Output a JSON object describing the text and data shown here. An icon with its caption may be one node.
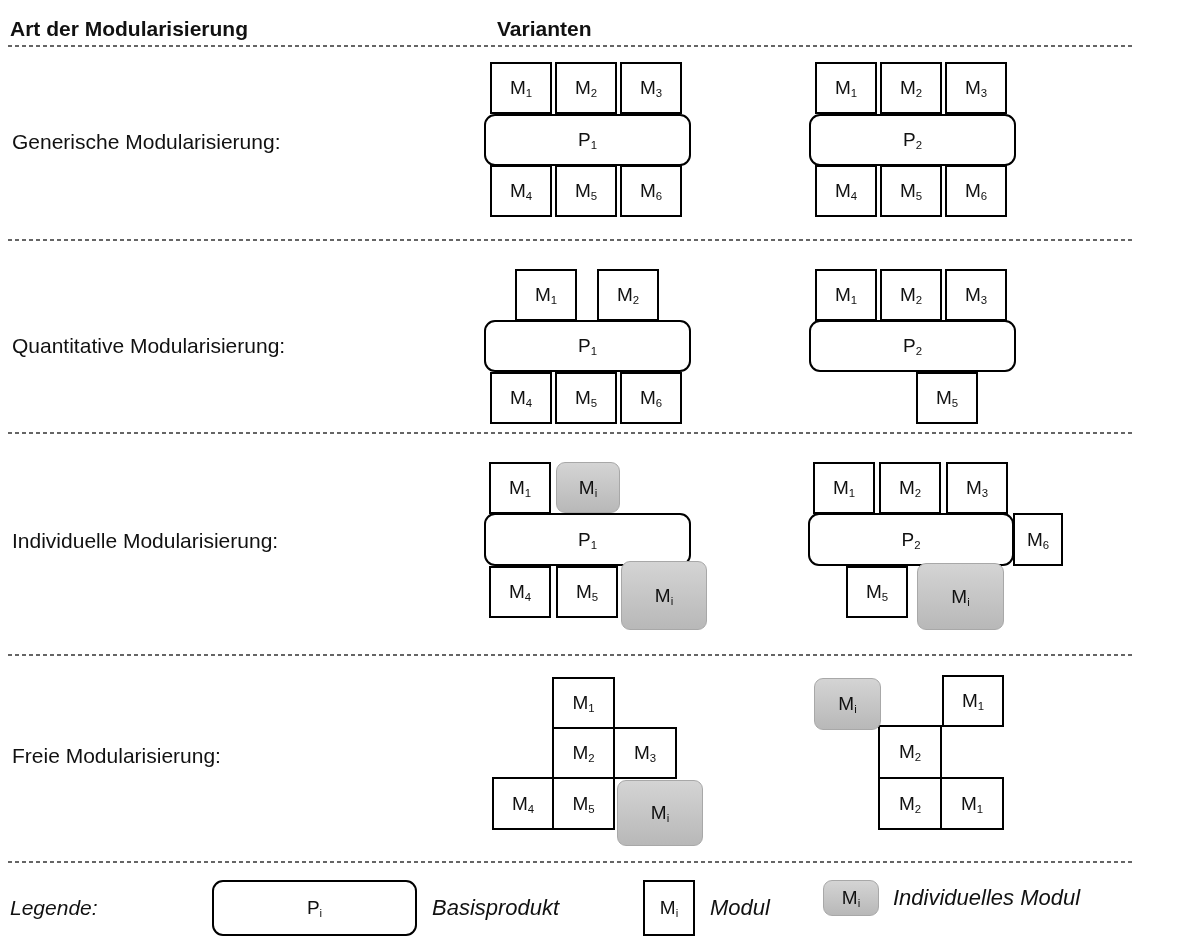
{
  "diagram": {
    "nodes": [
      {
        "text": [
          "M$_{1}$"
        ]
      },
      {
        "text": [
          "M$_{2}$"
        ]
      },
      {
        "text": [
          "M$_{3}$"
        ]
      },
      {
        "text": [
          "P$_{1}$"
        ]
      },
      {
        "text": [
          "M$_{4}$"
        ]
      },
      {
        "text": [
          "M$_{5}$"
        ]
      },
      {
        "text": [
          "M$_{6}$"
        ]
      },
      {
        "text": [
          "M$_{1}$"
        ]
      },
      {
        "text": [
          "M$_{2}$"
        ]
      },
      {
        "text": [
          "M$_{3}$"
        ]
      },
      {
        "text": [
          "P$_{2}$"
        ]
      },
      {
        "text": [
          "M$_{4}$"
        ]
      },
      {
        "text": [
          "M$_{5}$"
        ]
      },
      {
        "text": [
          "M$_{6}$"
        ]
      },
      {
        "text": [
          "M$_{1}$"
        ]
      },
      {
        "text": [
          "M$_{2}$"
        ]
      },
      {
        "text": [
          "P$_{1}$"
        ]
      },
      {
        "text": [
          "M$_{4}$"
        ]
      },
      {
        "text": [
          "M$_{5}$"
        ]
      },
      {
        "text": [
          "M$_{6}$"
        ]
      },
      {
        "text": [
          "M$_{1}$"
        ]
      },
      {
        "text": [
          "M$_{2}$"
        ]
      },
      {
        "text": [
          "M$_{3}$"
        ]
      },
      {
        "text": [
          "P$_{2}$"
        ]
      },
      {
        "text": [
          "M$_{5}$"
        ]
      },
      {
        "text": [
          "M$_{1}$"
        ]
      },
      {
        "text": [
          "M$_{i}$"
        ]
      },
      {
        "text": [
          "P$_{1}$"
        ]
      },
      {
        "text": [
          "M$_{4}$"
        ]
      },
      {
        "text": [
          "M$_{5}$"
        ]
      },
      {
        "text": [
          "M$_{i}$"
        ]
      },
      {
        "text": [
          "M$_{1}$"
        ]
      },
      {
        "text": [
          "M$_{2}$"
        ]
      },
      {
        "text": [
          "M$_{3}$"
        ]
      },
      {
        "text": [
          "P$_{2}$"
        ]
      },
      {
        "text": [
          "M$_{6}$"
        ]
      },
      {
        "text": [
          "M$_{5}$"
        ]
      },
      {
        "text": [
          "M$_{i}$"
        ]
      },
      {
        "text": [
          "M$_{1}$"
        ]
      },
      {
        "text": [
          "M$_{2}$"
        ]
      },
      {
        "text": [
          "M$_{3}$"
        ]
      },
      {
        "text": [
          "M$_{4}$"
        ]
      },
      {
        "text": [
          "M$_{5}$"
        ]
      },
      {
        "text": [
          "M$_{i}$"
        ]
      },
      {
        "text": [
          "M$_{i}$"
        ]
      },
      {
        "text": [
          "M$_{1}$"
        ]
      },
      {
        "text": [
          "M$_{2}$"
        ]
      },
      {
        "text": [
          "M$_{2}$"
        ]
      },
      {
        "text": [
          "M$_{1}$"
        ]
      },
      {
        "text": [
          "P$_{i}$"
        ]
      },
      {
        "text": [
          "M$_{i}$"
        ]
      },
      {
        "text": [
          "M$_{i}$"
        ]
      }
    ],
    "labels": [
      "Art der Modularisierung",
      "Varianten",
      "Generische Modularisierung:",
      "Quantitative Modularisierung:",
      "Individuelle Modularisierung:",
      "Freie Modularisierung:",
      "Legende:"
    ],
    "legend": [
      {
        "text": "Basisprodukt"
      },
      {
        "text": "Modul"
      },
      {
        "text": "Individuelles Modul"
      }
    ]
  }
}
